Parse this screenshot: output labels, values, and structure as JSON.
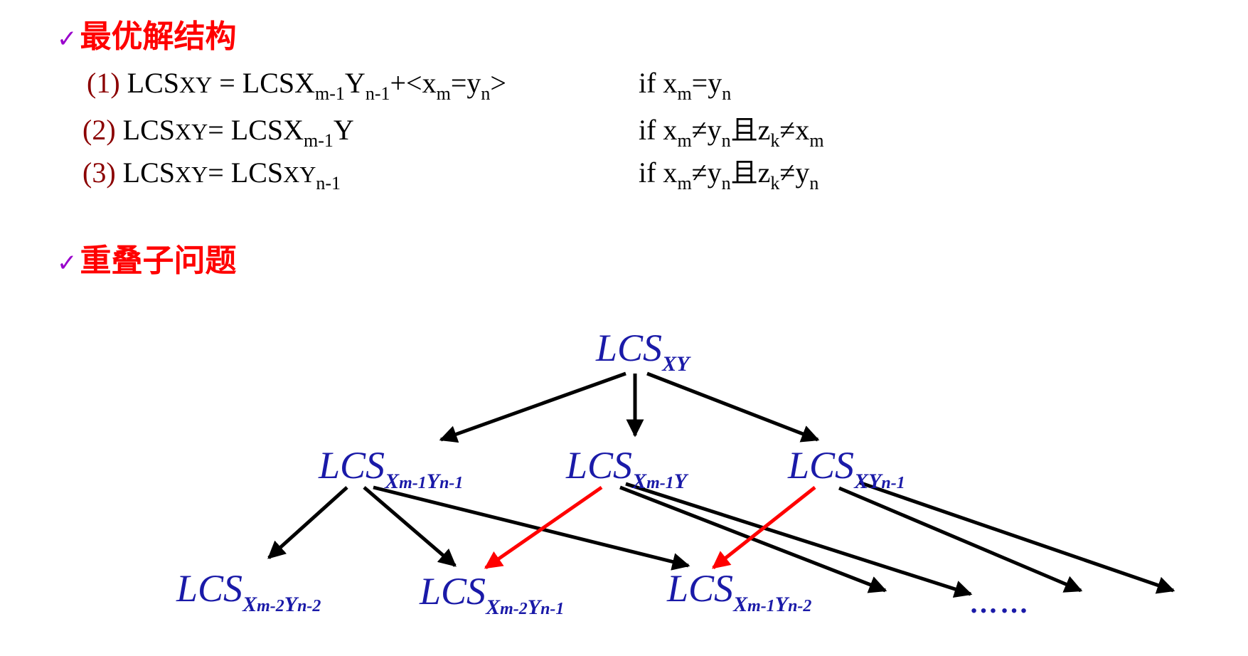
{
  "sections": {
    "optimal_structure": {
      "check": "✓",
      "title": "最优解结构"
    },
    "overlap": {
      "check": "✓",
      "title": "重叠子问题"
    }
  },
  "formulas": [
    {
      "num": "(1)",
      "lhs_main": "LCS",
      "lhs_sc": "XY",
      "eq": " = ",
      "rhs_main": "LCS",
      "rhs_parts": [
        "X",
        "m-1",
        "Y",
        "n-1",
        "+<x",
        "m",
        "=y",
        "n",
        ">"
      ],
      "cond_parts": [
        "if x",
        "m",
        "=y",
        "n"
      ]
    },
    {
      "num": "(2)",
      "lhs_main": "LCS",
      "lhs_sc": "XY",
      "eq": "= ",
      "rhs_main": "LCS",
      "rhs_parts": [
        "X",
        "m-1",
        "Y"
      ],
      "cond_parts": [
        "if  x",
        "m",
        "≠y",
        "n",
        "且",
        "z",
        "k",
        "≠x",
        "m"
      ]
    },
    {
      "num": "(3)",
      "lhs_main": "LCS",
      "lhs_sc": "XY",
      "eq": "= ",
      "rhs_main": "LCS",
      "rhs_parts": [
        "XY",
        "n-1"
      ],
      "cond_parts": [
        "if x",
        "m",
        "≠y",
        "n",
        "且",
        "z",
        "k",
        "≠y",
        "n"
      ]
    }
  ],
  "tree": {
    "root": {
      "main": "LCS",
      "sub": "XY"
    },
    "level1": [
      {
        "main": "LCS",
        "sub_a": "X",
        "sub_a2": "m-1",
        "sub_b": "Y",
        "sub_b2": "n-1"
      },
      {
        "main": "LCS",
        "sub_a": "X",
        "sub_a2": "m-1",
        "sub_b": "Y",
        "sub_b2": ""
      },
      {
        "main": "LCS",
        "sub_a": "XY",
        "sub_a2": "",
        "sub_b": "",
        "sub_b2": "n-1"
      }
    ],
    "level2": [
      {
        "main": "LCS",
        "sub_a": "X",
        "sub_a2": "m-2",
        "sub_b": "Y",
        "sub_b2": "n-2"
      },
      {
        "main": "LCS",
        "sub_a": "X",
        "sub_a2": "m-2",
        "sub_b": "Y",
        "sub_b2": "n-1"
      },
      {
        "main": "LCS",
        "sub_a": "X",
        "sub_a2": "m-1",
        "sub_b": "Y",
        "sub_b2": "n-2"
      }
    ],
    "ellipsis": "……",
    "colors": {
      "node": "#1a1aa8",
      "edge": "#000000",
      "overlap_edge": "#ff0000"
    }
  }
}
